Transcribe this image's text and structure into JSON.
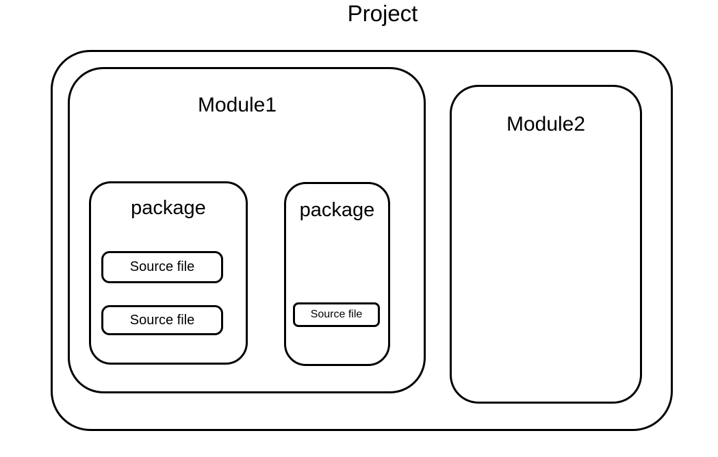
{
  "diagram": {
    "title": "Project",
    "modules": [
      {
        "name": "Module1",
        "packages": [
          {
            "name": "package",
            "files": [
              "Source file",
              "Source file"
            ]
          },
          {
            "name": "package",
            "files": [
              "Source file"
            ]
          }
        ]
      },
      {
        "name": "Module2",
        "packages": []
      }
    ],
    "colors": {
      "stroke": "#000000",
      "text": "#000000",
      "background": "#ffffff"
    }
  }
}
